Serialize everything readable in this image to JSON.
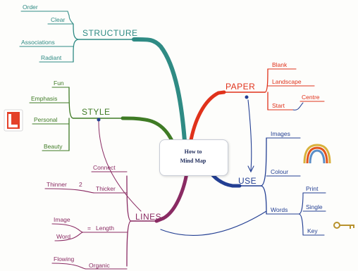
{
  "center": {
    "line1": "How to",
    "line2": "Mind Map"
  },
  "branches": {
    "structure": {
      "label": "STRUCTURE",
      "color": "#2f8b84",
      "items": {
        "order": "Order",
        "clear": "Clear",
        "associations": "Associations",
        "radiant": "Radiant"
      }
    },
    "style": {
      "label": "STYLE",
      "color": "#3f7b25",
      "items": {
        "fun": "Fun",
        "emphasis": "Emphasis",
        "personal": "Personal",
        "beauty": "Beauty"
      }
    },
    "lines": {
      "label": "LINES",
      "color": "#8a2b63",
      "items": {
        "connect": "Connect",
        "thinner": "Thinner",
        "thinner_number": "2",
        "thicker": "Thicker",
        "image": "Image",
        "equals": "=",
        "length": "Length",
        "word": "Word",
        "flowing": "Flowing",
        "organic": "Organic"
      }
    },
    "paper": {
      "label": "PAPER",
      "color": "#e0321b",
      "items": {
        "blank": "Blank",
        "landscape": "Landscape",
        "start": "Start",
        "centre": "Centre"
      }
    },
    "use": {
      "label": "USE",
      "color": "#233f93",
      "items": {
        "images": "Images",
        "colour": "Colour",
        "words": "Words",
        "print": "Print",
        "single": "Single",
        "key": "Key"
      }
    }
  },
  "icons": [
    "letter-l-icon",
    "rainbow-icon",
    "key-icon"
  ]
}
